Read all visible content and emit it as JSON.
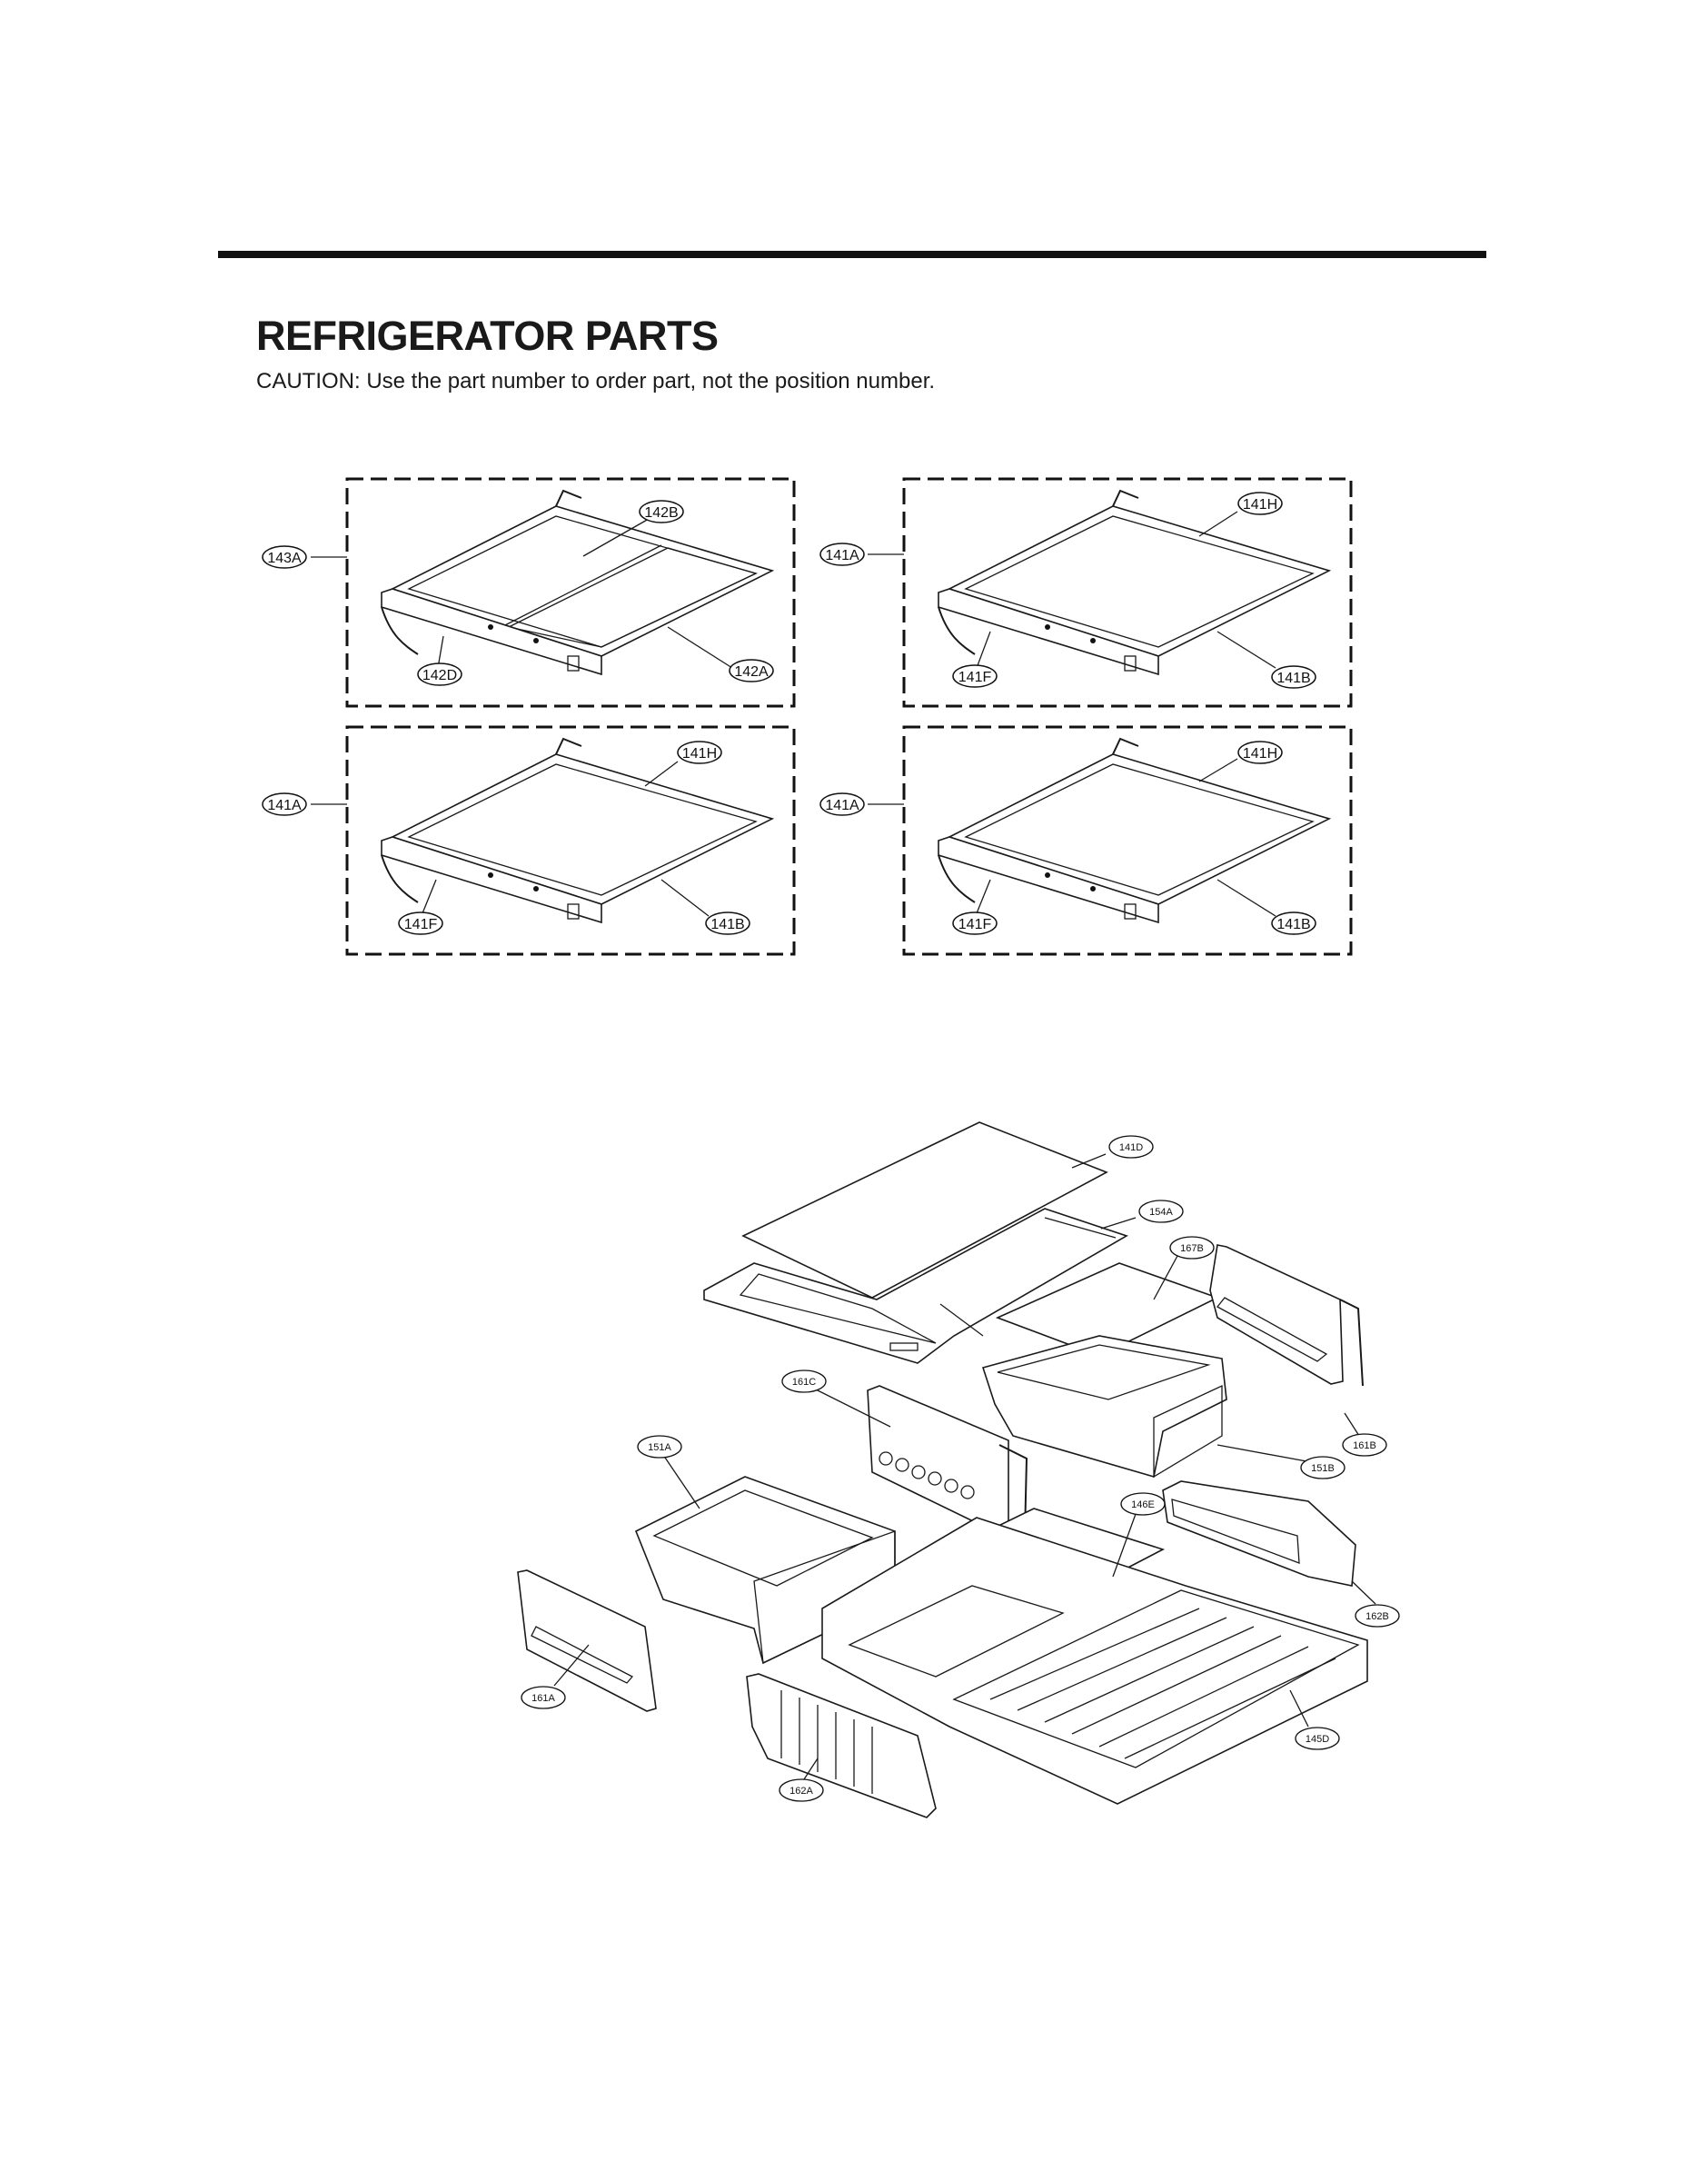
{
  "header": {
    "title": "REFRIGERATOR PARTS",
    "caution": "CAUTION: Use the part number to order part, not the position number."
  },
  "shelf_panels": [
    {
      "frame_label": "143A",
      "top_label": "142B",
      "glass_label": "142A",
      "rail_label": "142D"
    },
    {
      "frame_label": "141A",
      "top_label": "141H",
      "glass_label": "141B",
      "rail_label": "141F"
    },
    {
      "frame_label": "141A",
      "top_label": "141H",
      "glass_label": "141B",
      "rail_label": "141F"
    },
    {
      "frame_label": "141A",
      "top_label": "141H",
      "glass_label": "141B",
      "rail_label": "141F"
    }
  ],
  "drawer_assembly_labels": {
    "top_glass": "141D",
    "shelf_frame": "154A",
    "small_cover": "167B",
    "right_rail": "161B",
    "right_drawer": "151B",
    "center_divider": "161C",
    "left_drawer": "151A",
    "divider_cover": "146E",
    "right_rear_rail": "162B",
    "left_rail": "161A",
    "drawer_frame": "145D",
    "left_rear_rail": "162A"
  }
}
